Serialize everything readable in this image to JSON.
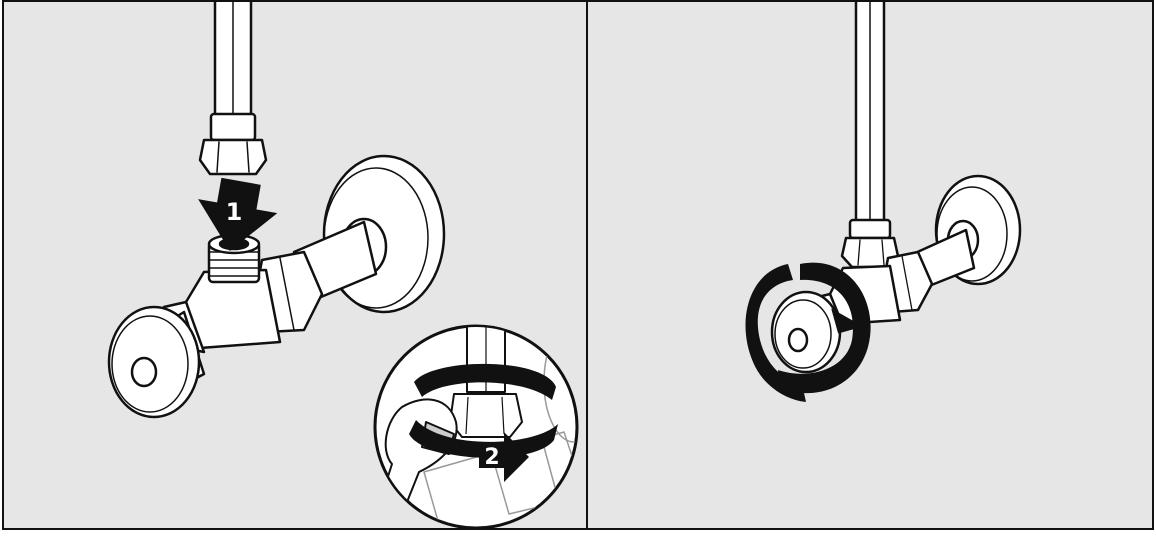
{
  "figure": {
    "panels": [
      {
        "id": "panel-1",
        "steps": [
          {
            "number": "1",
            "action": "push-down-arrow"
          },
          {
            "number": "2",
            "action": "tighten-with-wrench"
          }
        ]
      },
      {
        "id": "panel-2",
        "steps": [
          {
            "action": "rotate-handle-arrow"
          }
        ]
      }
    ],
    "colors": {
      "background": "#e6e6e6",
      "outline": "#111111",
      "fill": "#ffffff",
      "arrow": "#111111"
    },
    "icons": [
      "supply-line-pipe",
      "compression-nut",
      "shutoff-valve",
      "valve-handle",
      "wall-flange",
      "wrench",
      "rotate-arrow"
    ]
  }
}
